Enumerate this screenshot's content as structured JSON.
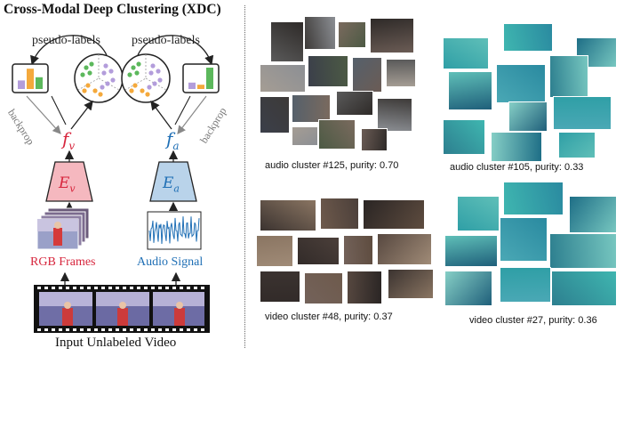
{
  "diagram": {
    "title": "Cross-Modal Deep Clustering (XDC)",
    "pseudo_label_left": "pseudo-labels",
    "pseudo_label_right": "pseudo-labels",
    "backprop_left": "backprop",
    "backprop_right": "backprop",
    "feature_video": "f",
    "feature_video_sub": "v",
    "feature_audio": "f",
    "feature_audio_sub": "a",
    "encoder_video": "E",
    "encoder_video_sub": "v",
    "encoder_audio": "E",
    "encoder_audio_sub": "a",
    "rgb_label": "RGB Frames",
    "audio_label": "Audio Signal",
    "input_label": "Input Unlabeled Video",
    "colors": {
      "video": "#d7263d",
      "audio": "#1f6fb5",
      "video_fill": "#f5b8bf",
      "audio_fill": "#b9d3ea",
      "bar_purple": "#b39ddb",
      "bar_orange": "#f4a93c",
      "bar_green": "#5cb85c"
    },
    "left_histogram": [
      0.4,
      0.95,
      0.55
    ],
    "right_histogram": [
      0.3,
      0.2,
      1.0
    ]
  },
  "clusters": [
    {
      "caption": "audio cluster #125, purity: 0.70",
      "theme": "crowd"
    },
    {
      "caption": "audio cluster #105, purity: 0.33",
      "theme": "underwater"
    },
    {
      "caption": "video cluster #48, purity: 0.37",
      "theme": "guitar"
    },
    {
      "caption": "video cluster #27, purity: 0.36",
      "theme": "underwater"
    }
  ]
}
